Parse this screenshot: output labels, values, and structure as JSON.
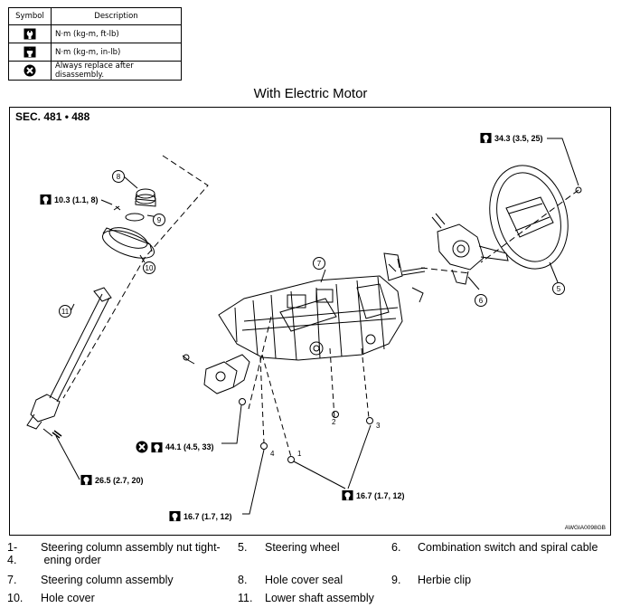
{
  "legend": {
    "header_symbol": "Symbol",
    "header_description": "Description",
    "rows": [
      {
        "icon": "torque-wrench-icon",
        "text": "N·m (kg-m, ft-lb)"
      },
      {
        "icon": "torque-wrench-inlb-icon",
        "text": "N·m (kg-m, in-lb)"
      },
      {
        "icon": "replace-x-icon",
        "text": "Always replace after disassembly."
      }
    ]
  },
  "title": "With Electric Motor",
  "section": "SEC. 481 • 488",
  "figure_code": "AWGIA0098GB",
  "torques": {
    "steering_wheel_nut": "34.3 (3.5, 25)",
    "hole_cover_bolt": "10.3 (1.1, 8)",
    "lower_joint_bolt": "44.1 (4.5, 33)",
    "lower_shaft_bolt": "26.5 (2.7, 20)",
    "column_nuts_1_3": "16.7 (1.7, 12)",
    "column_nut_4": "16.7 (1.7, 12)"
  },
  "callouts": {
    "c1": "1",
    "c2": "2",
    "c3": "3",
    "c4": "4",
    "c5": "5",
    "c6": "6",
    "c7": "7",
    "c8": "8",
    "c9": "9",
    "c10": "10",
    "c11": "11"
  },
  "parts": [
    {
      "num": "1-4.",
      "name": "Steering column assembly nut tight- ening order"
    },
    {
      "num": "5.",
      "name": "Steering wheel"
    },
    {
      "num": "6.",
      "name": "Combination switch and spiral cable"
    },
    {
      "num": "7.",
      "name": "Steering column assembly"
    },
    {
      "num": "8.",
      "name": "Hole cover seal"
    },
    {
      "num": "9.",
      "name": "Herbie clip"
    },
    {
      "num": "10.",
      "name": "Hole cover"
    },
    {
      "num": "11.",
      "name": "Lower shaft assembly"
    }
  ]
}
